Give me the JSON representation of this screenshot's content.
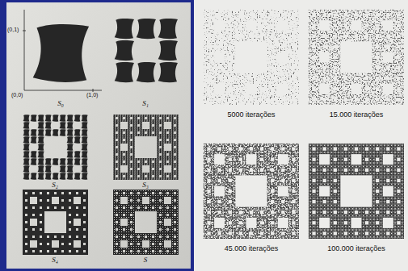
{
  "diagram": {
    "labels": [
      "(0,1)",
      "(0,0)",
      "(1,0)",
      "S₀",
      "S₁",
      "S₂",
      "S₃",
      "S₄",
      "S",
      "5000 iterações",
      "15.000 iterações",
      "45.000 iterações",
      "100.000 iterações"
    ]
  }
}
